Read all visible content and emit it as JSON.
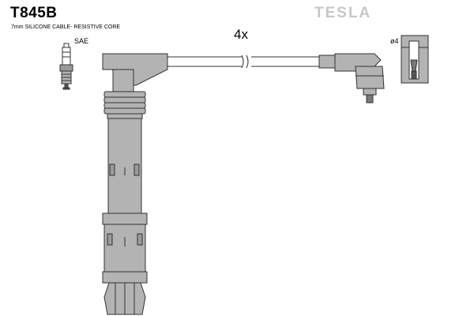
{
  "header": {
    "part_number": "T845B",
    "description": "7mm SILICONE CABLE- RESISTIVE CORE",
    "brand": "TESLA"
  },
  "diagram": {
    "quantity_label": "4x",
    "plug_label": "SAE",
    "terminal_label": "ø4"
  },
  "colors": {
    "part_fill": "#b3b3b3",
    "stroke": "#333333",
    "brand": "#c7c7c7"
  }
}
